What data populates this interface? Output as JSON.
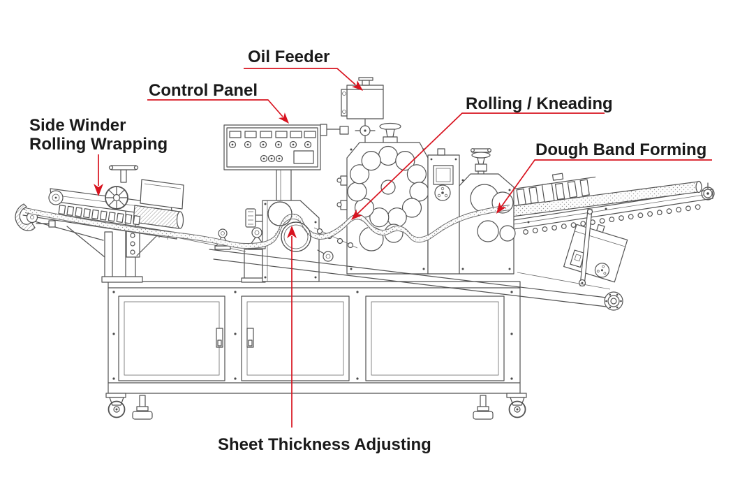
{
  "diagram": {
    "labels": {
      "side_winder_line1": "Side Winder",
      "side_winder_line2": "Rolling Wrapping",
      "control_panel": "Control Panel",
      "oil_feeder": "Oil Feeder",
      "rolling_kneading": "Rolling / Kneading",
      "dough_band_forming": "Dough Band Forming",
      "sheet_thickness_adjusting": "Sheet Thickness Adjusting"
    },
    "colors": {
      "annotation_red": "#d8131f",
      "line_art_gray": "#525252",
      "label_text": "#1a1a1a",
      "background": "#ffffff"
    }
  }
}
